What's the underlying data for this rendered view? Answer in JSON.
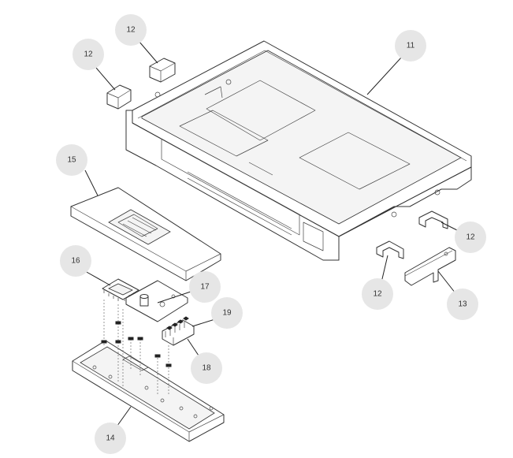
{
  "callouts": [
    {
      "id": "c11a",
      "label": "11"
    },
    {
      "id": "c12a",
      "label": "12"
    },
    {
      "id": "c12b",
      "label": "12"
    },
    {
      "id": "c12c",
      "label": "12"
    },
    {
      "id": "c12d",
      "label": "12"
    },
    {
      "id": "c13",
      "label": "13"
    },
    {
      "id": "c14",
      "label": "14"
    },
    {
      "id": "c15",
      "label": "15"
    },
    {
      "id": "c16",
      "label": "16"
    },
    {
      "id": "c17",
      "label": "17"
    },
    {
      "id": "c18",
      "label": "18"
    },
    {
      "id": "c19",
      "label": "19"
    }
  ],
  "colors": {
    "callout_fill": "#e6e6e6",
    "line": "#333333",
    "background": "#ffffff"
  }
}
